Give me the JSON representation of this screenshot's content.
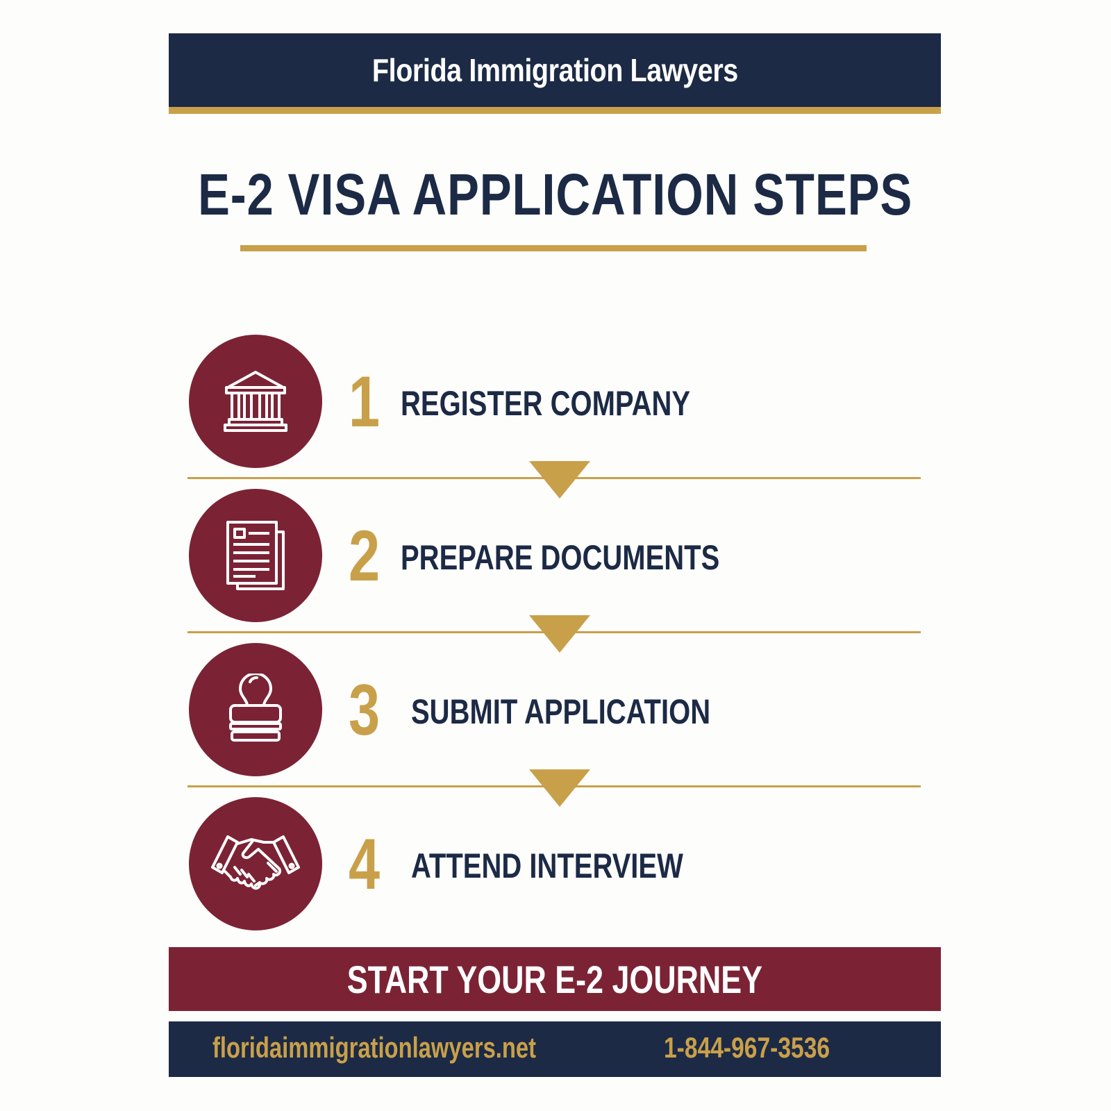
{
  "header": {
    "firm_name": "Florida Immigration Lawyers"
  },
  "title": {
    "text": "E-2 VISA APPLICATION STEPS"
  },
  "steps": [
    {
      "number": "1",
      "label": "REGISTER COMPANY",
      "icon": "courthouse-icon"
    },
    {
      "number": "2",
      "label": "PREPARE DOCUMENTS",
      "icon": "documents-icon"
    },
    {
      "number": "3",
      "label": "SUBMIT APPLICATION",
      "icon": "stamp-icon"
    },
    {
      "number": "4",
      "label": "ATTEND INTERVIEW",
      "icon": "handshake-icon"
    }
  ],
  "cta": {
    "label": "START YOUR E-2 JOURNEY"
  },
  "footer": {
    "website": "floridaimmigrationlawyers.net",
    "phone": "1-844-967-3536"
  },
  "colors": {
    "navy": "#1c2a45",
    "gold": "#c9a04a",
    "maroon": "#7b2335",
    "background": "#fdfdfc"
  }
}
